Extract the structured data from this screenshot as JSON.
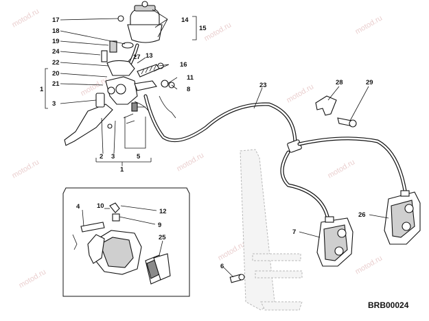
{
  "diagram_code": "BRB00024",
  "watermark": "motod.ru",
  "callouts": {
    "c1a": "1",
    "c1b": "1",
    "c2": "2",
    "c3a": "3",
    "c3b": "3",
    "c4": "4",
    "c5": "5",
    "c6": "6",
    "c7": "7",
    "c8": "8",
    "c9": "9",
    "c10": "10",
    "c11": "11",
    "c12": "12",
    "c13": "13",
    "c14": "14",
    "c15": "15",
    "c16": "16",
    "c17": "17",
    "c18": "18",
    "c19": "19",
    "c20": "20",
    "c21": "21",
    "c22": "22",
    "c23": "23",
    "c24": "24",
    "c25": "25",
    "c26": "26",
    "c27": "27",
    "c28": "28",
    "c29": "29"
  },
  "colors": {
    "line": "#111111",
    "watermark": "#d8a5a5",
    "shading": "#cfcfcf"
  }
}
